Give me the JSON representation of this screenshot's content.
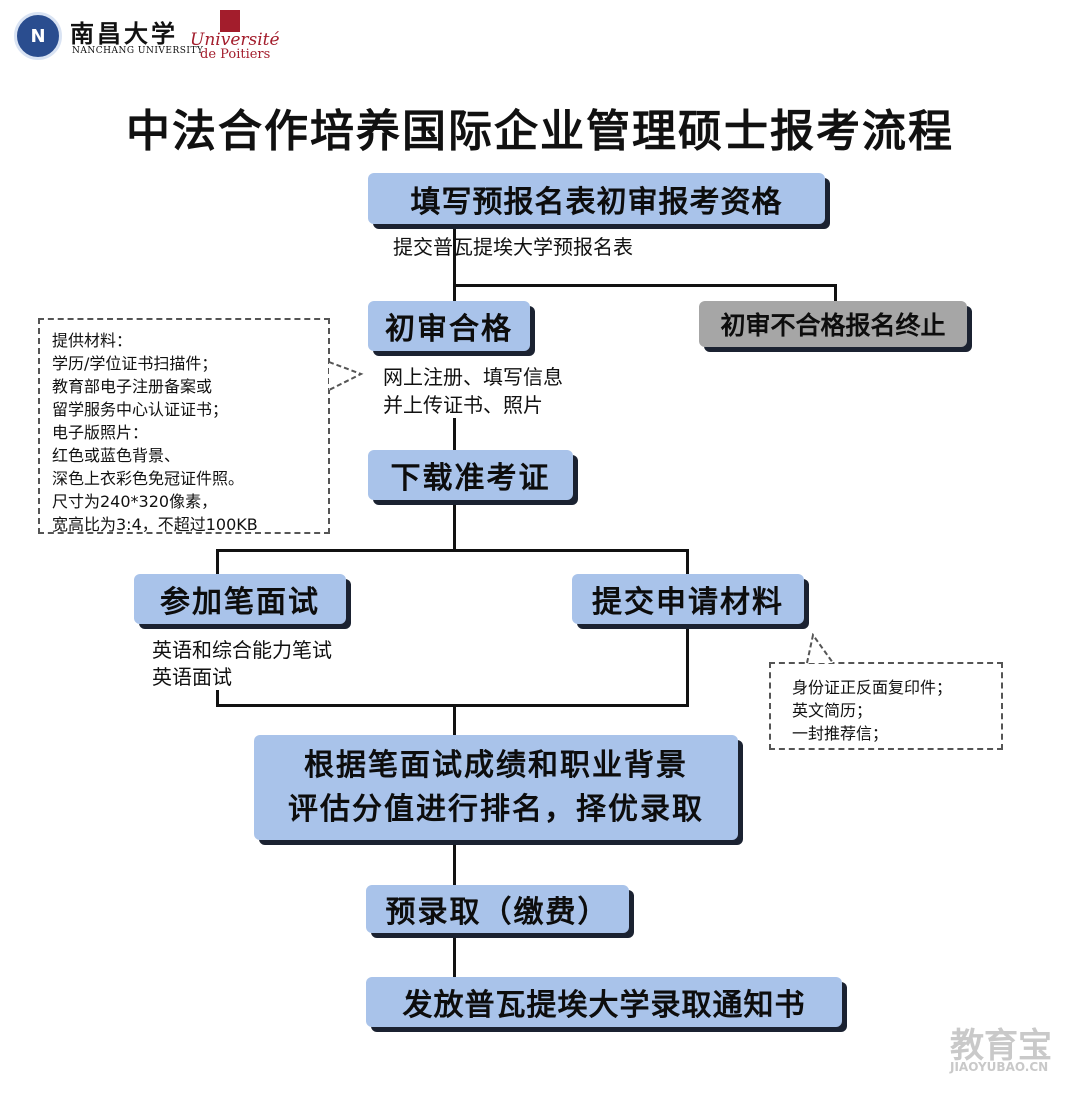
{
  "header": {
    "university_cn": "南昌大学",
    "university_en": "NANCHANG UNIVERSITY",
    "partner_line1": "Université",
    "partner_line2": "de Poitiers"
  },
  "title": "中法合作培养国际企业管理硕士报考流程",
  "steps": {
    "step1": "填写预报名表初审报考资格",
    "step1_note": "提交普瓦提埃大学预报名表",
    "pass": "初审合格",
    "fail": "初审不合格报名终止",
    "pass_note_1": "网上注册、填写信息",
    "pass_note_2": "并上传证书、照片",
    "download": "下载准考证",
    "exam": "参加笔面试",
    "exam_note_1": "英语和综合能力笔试",
    "exam_note_2": "英语面试",
    "submit": "提交申请材料",
    "rank_1": "根据笔面试成绩和职业背景",
    "rank_2": "评估分值进行排名，择优录取",
    "pre_admit": "预录取（缴费）",
    "notice": "发放普瓦提埃大学录取通知书"
  },
  "callout_left": [
    "提供材料：",
    "学历/学位证书扫描件；",
    "教育部电子注册备案或",
    "留学服务中心认证证书；",
    "电子版照片：",
    "红色或蓝色背景、",
    "深色上衣彩色免冠证件照。",
    "尺寸为240*320像素，",
    "宽高比为3:4，不超过100KB"
  ],
  "callout_right": [
    "身份证正反面复印件；",
    "英文简历；",
    "一封推荐信；"
  ],
  "watermark": {
    "cn": "教育宝",
    "en": "JIAOYUBAO.CN"
  },
  "colors": {
    "box": "#a9c3ea",
    "box_gray": "#a6a6a6",
    "shadow": "#1b2231",
    "partner": "#a31d2c"
  }
}
